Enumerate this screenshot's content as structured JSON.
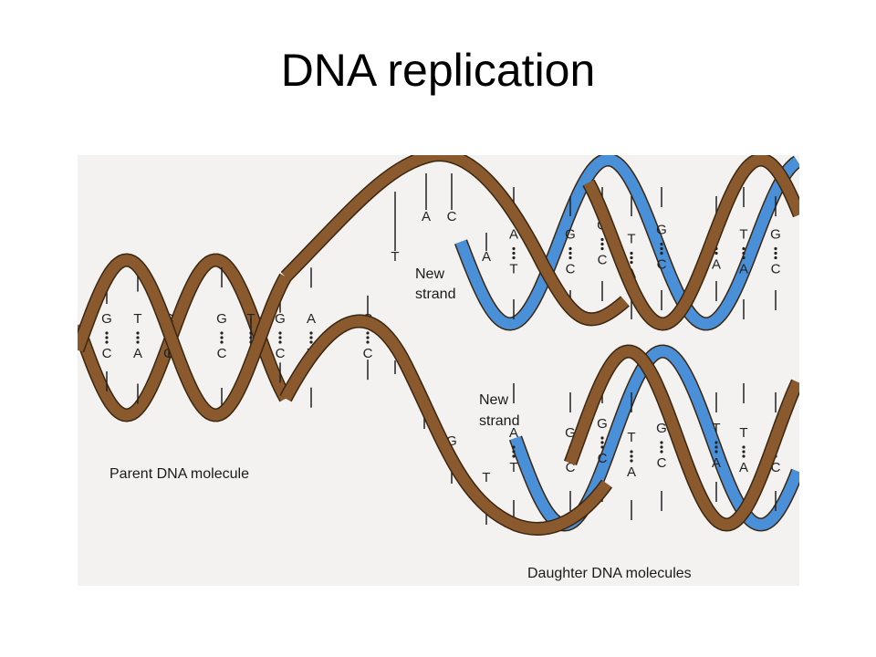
{
  "title": "DNA replication",
  "labels": {
    "new_strand_top": [
      "New",
      "strand"
    ],
    "new_strand_bottom": [
      "New",
      "strand"
    ],
    "parent": "Parent DNA molecule",
    "daughter": "Daughter DNA molecules"
  },
  "colors": {
    "parent_strand": "#8a5a2e",
    "new_strand": "#4a90d9",
    "background": "#f3f2f1"
  },
  "parent_pairs": [
    [
      "G",
      "C"
    ],
    [
      "T",
      "A"
    ],
    [
      "C",
      "G"
    ],
    [
      "G",
      "C"
    ],
    [
      "T",
      "A"
    ],
    [
      "G",
      "C"
    ],
    [
      "A",
      "T"
    ],
    [
      "G",
      "C"
    ]
  ],
  "parent_unpaired_top": [
    "T",
    "A",
    "C",
    "A"
  ],
  "parent_unpaired_bottom": [
    "A",
    "T",
    "G",
    "T"
  ],
  "top_daughter_pairs": [
    [
      "A",
      "T"
    ],
    [
      "G",
      "C"
    ],
    [
      "G",
      "C"
    ],
    [
      "T",
      "A"
    ],
    [
      "G",
      "C"
    ],
    [
      "T",
      "A"
    ],
    [
      "T",
      "A"
    ],
    [
      "G",
      "C"
    ]
  ],
  "bottom_daughter_pairs": [
    [
      "A",
      "T"
    ],
    [
      "G",
      "C"
    ],
    [
      "G",
      "C"
    ],
    [
      "T",
      "A"
    ],
    [
      "G",
      "C"
    ],
    [
      "T",
      "A"
    ],
    [
      "T",
      "A"
    ],
    [
      "G",
      "C"
    ]
  ]
}
